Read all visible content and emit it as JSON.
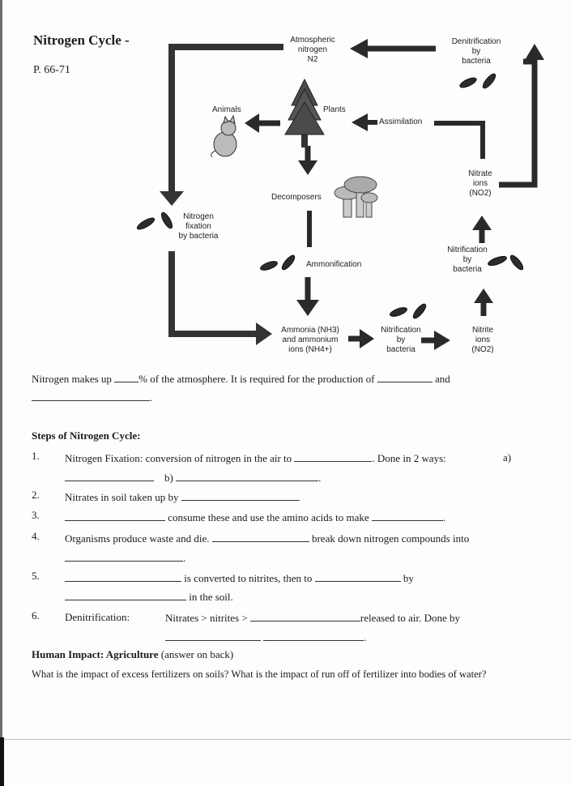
{
  "header": {
    "title": "Nitrogen Cycle -",
    "pages": "P. 66-71"
  },
  "diagram": {
    "atmospheric": {
      "line1": "Atmospheric",
      "line2": "nitrogen",
      "formula": "N2"
    },
    "denitrification": {
      "line1": "Denitrification",
      "line2": "by",
      "line3": "bacteria"
    },
    "animals": "Animals",
    "plants": "Plants",
    "assimilation": "Assimilation",
    "nitrate": {
      "line1": "Nitrate",
      "line2": "ions",
      "formula": "(NO2)"
    },
    "decomposers": "Decomposers",
    "nitrogen_fixation": {
      "line1": "Nitrogen",
      "line2": "fixation",
      "line3": "by bacteria"
    },
    "nitrification_right": {
      "line1": "Nitrification",
      "line2": "by",
      "line3": "bacteria"
    },
    "ammonification": "Ammonification",
    "ammonia": {
      "line1": "Ammonia (NH3)",
      "line2": "and ammonium",
      "line3": "ions (NH4+)"
    },
    "nitrification_bottom": {
      "line1": "Nitrification",
      "line2": "by",
      "line3": "bacteria"
    },
    "nitrite": {
      "line1": "Nitrite",
      "line2": "ions",
      "formula": "(NO2)"
    }
  },
  "intro": {
    "p1": "Nitrogen makes up",
    "p2": "% of the atmosphere.  It is required for the production of",
    "p3": "and"
  },
  "steps": {
    "heading": "Steps of Nitrogen Cycle:",
    "s1_num": "1.",
    "s1_text": "Nitrogen Fixation: conversion of nitrogen in the air to",
    "s1_text2": ".  Done in 2 ways:",
    "s1_a": "a)",
    "s1_b": "b)",
    "s2_num": "2.",
    "s2_text": "Nitrates in soil taken up by",
    "s3_num": "3.",
    "s3_text": "consume these and use the amino acids to make",
    "s4_num": "4.",
    "s4_text": "Organisms produce waste and die.",
    "s4_text2": "break down nitrogen compounds into",
    "s5_num": "5.",
    "s5_text": "is converted to nitrites, then to",
    "s5_text2": "by",
    "s5_text3": "in the soil.",
    "s6_num": "6.",
    "s6_label": "Denitrification:",
    "s6_text": "Nitrates > nitrites >",
    "s6_text2": "released to air.  Done by"
  },
  "human": {
    "heading": "Human Impact: Agriculture",
    "note": "(answer on back)",
    "question": "What is the impact of excess fertilizers on soils?  What is the impact of run off of fertilizer into bodies of water?"
  }
}
